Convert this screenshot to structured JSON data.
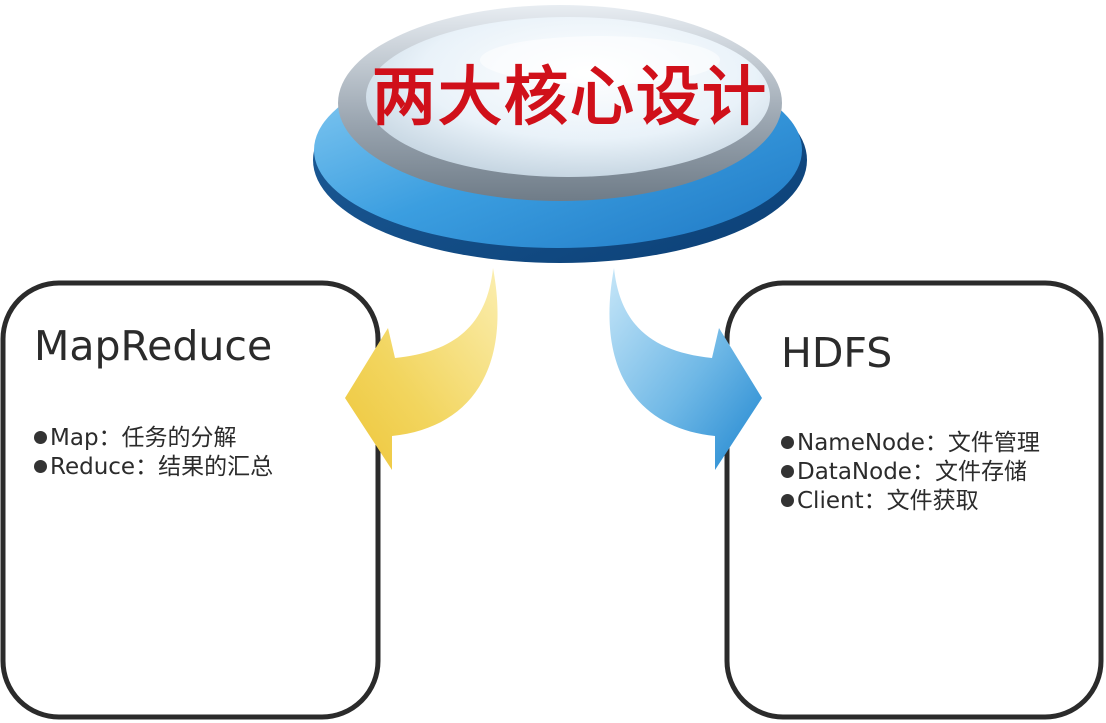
{
  "title": "两大核心设计",
  "left_box": {
    "title": "MapReduce",
    "items": [
      "Map：任务的分解",
      "Reduce：结果的汇总"
    ]
  },
  "right_box": {
    "title": "HDFS",
    "items": [
      "NameNode：文件管理",
      "DataNode：文件存储",
      "Client：文件获取"
    ]
  },
  "colors": {
    "title_text": "#d0101a",
    "disc_blue": "#2f8fd8",
    "left_arrow": "#f0cf4a",
    "right_arrow": "#2e8fd5",
    "box_border": "#2b2b2b"
  }
}
